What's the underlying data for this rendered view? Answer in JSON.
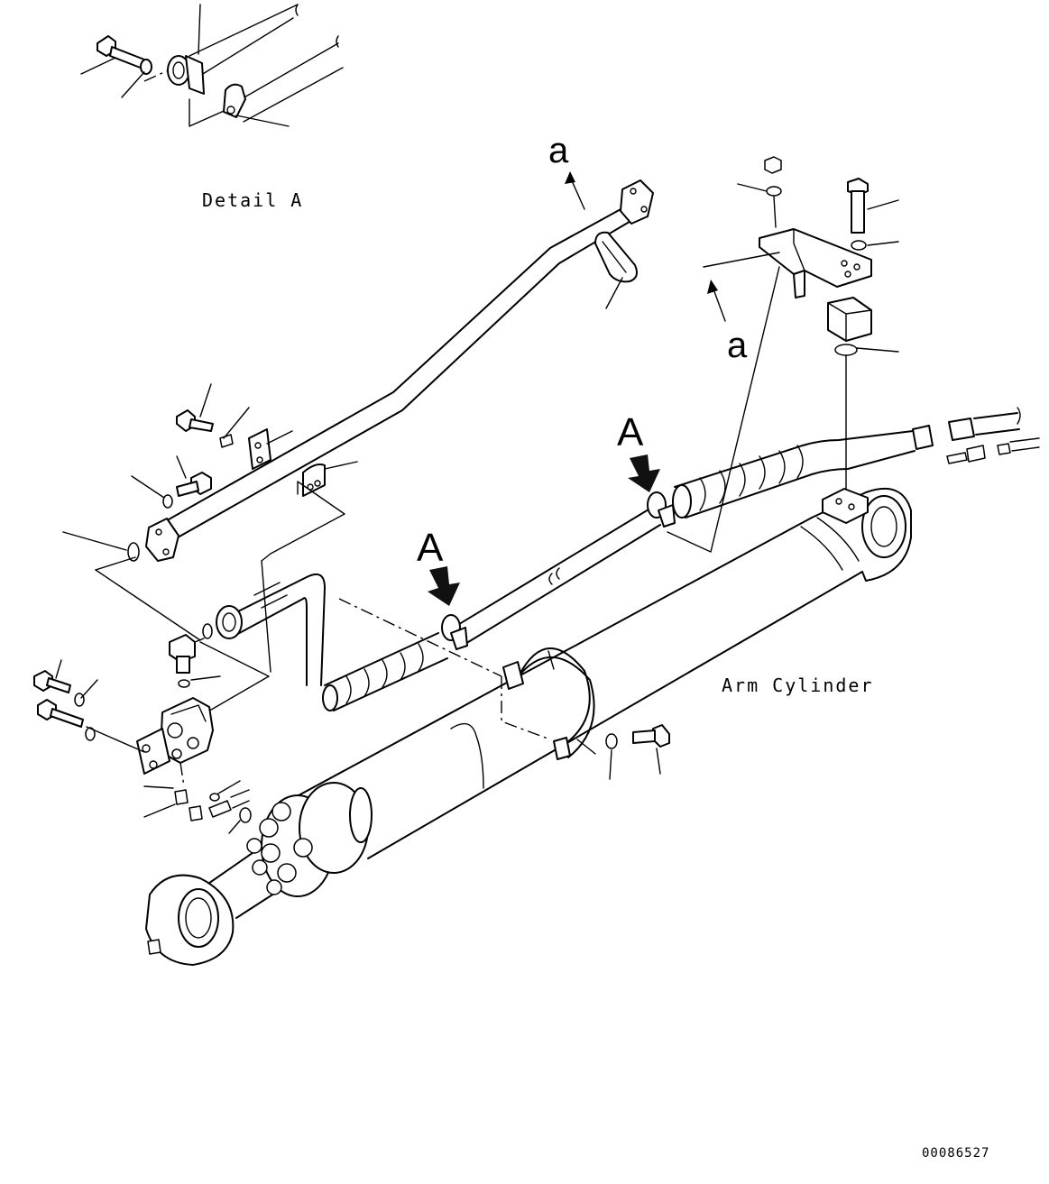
{
  "labels": {
    "detail_title": "Detail A",
    "arm_cylinder": "Arm Cylinder",
    "view_marker_a_left": "A",
    "view_marker_a_right": "A",
    "ref_a_top": "a",
    "ref_a_right": "a",
    "drawing_number": "00086527"
  },
  "colors": {
    "ink": "#000000",
    "paper": "#ffffff"
  }
}
